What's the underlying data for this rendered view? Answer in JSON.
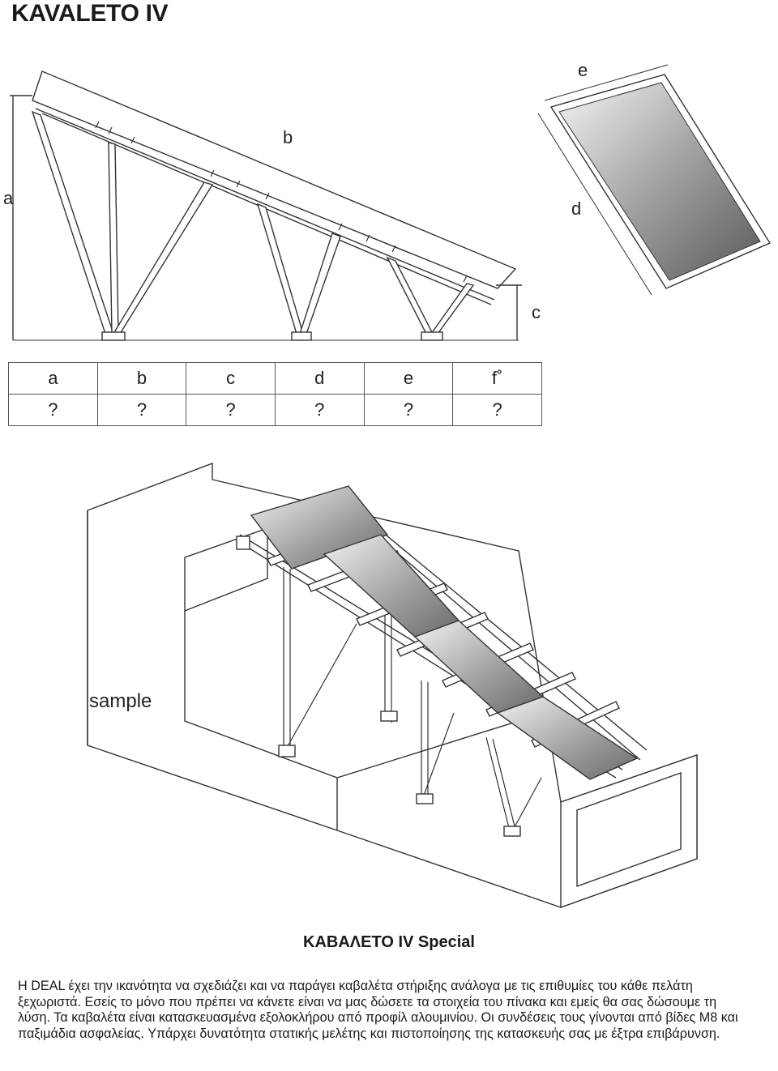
{
  "title": "KAVALETO IV",
  "dimension_labels": {
    "a": "a",
    "b": "b",
    "c": "c",
    "d": "d",
    "e": "e"
  },
  "parameter_table": {
    "headers": [
      "a",
      "b",
      "c",
      "d",
      "e",
      "f˚"
    ],
    "values": [
      "?",
      "?",
      "?",
      "?",
      "?",
      "?"
    ]
  },
  "sample_label": "sample",
  "subtitle": "ΚΑΒΑΛΕΤΟ IV Special",
  "description": "Η DEAL έχει την ικανότητα να σχεδιάζει και να παράγει καβαλέτα στήριξης ανάλογα με τις επιθυμίες του κάθε πελάτη ξεχωριστά. Εσείς το μόνο που πρέπει να κάνετε είναι να μας δώσετε τα στοιχεία του πίνακα και εμείς θα σας δώσουμε τη λύση. Τα καβαλέτα είναι κατασκευασμένα εξολοκλήρου από προφίλ αλουμινίου. Οι συνδέσεις τους γίνονται από βίδες Μ8 και παξιμάδια ασφαλείας. Υπάρχει δυνατότητα στατικής μελέτης και πιστοποίησης της κατασκευής σας με έξτρα επιβάρυνση."
}
